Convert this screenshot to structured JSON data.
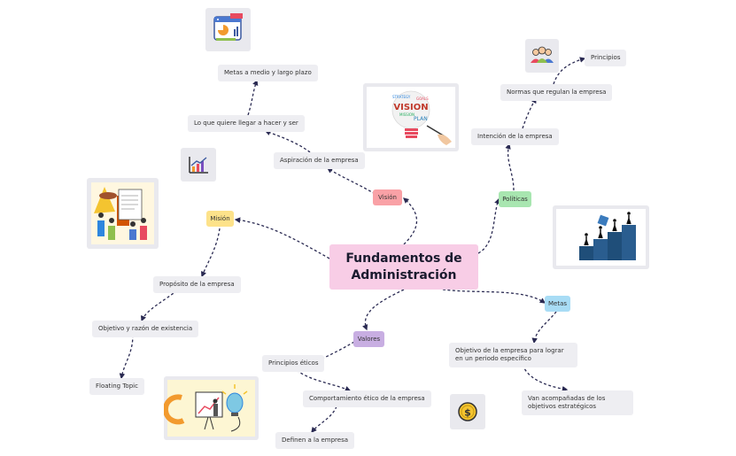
{
  "central_topic": "Fundamentos de\nAdministración",
  "branches": {
    "vision": {
      "label": "Visión",
      "color": "#f9a1a6",
      "children": [
        "Aspiración de la empresa",
        "Lo que quiere llegar a hacer y ser",
        "Metas a medio y largo plazo"
      ]
    },
    "mision": {
      "label": "Misión",
      "color": "#fde28a",
      "children": [
        "Propósito de la empresa",
        "Objetivo y razón de existencia",
        "Floating Topic"
      ]
    },
    "politicas": {
      "label": "Políticas",
      "color": "#a8e6b0",
      "children": [
        "Intención de la empresa",
        "Normas que regulan la empresa",
        "Principios"
      ]
    },
    "metas": {
      "label": "Metas",
      "color": "#a8dcf5",
      "children": [
        "Objetivo de la empresa para lograr en un periodo específico",
        "Van acompañadas de los objetivos estratégicos"
      ]
    },
    "valores": {
      "label": "Valores",
      "color": "#c8aee2",
      "children": [
        "Principios éticos",
        "Comportamiento ético de la empresa",
        "Definen a la empresa"
      ]
    }
  },
  "vision_image_text": "VISION",
  "colors": {
    "line": "#2a2a52",
    "topic_bg": "#eeeef2",
    "central_bg": "#f8cde6"
  },
  "icons": [
    "report-chart-icon",
    "bar-growth-icon",
    "team-icon",
    "coin-icon",
    "vision-lightbulb-image",
    "team-presentation-image",
    "puzzle-climb-image",
    "growth-idea-image"
  ]
}
